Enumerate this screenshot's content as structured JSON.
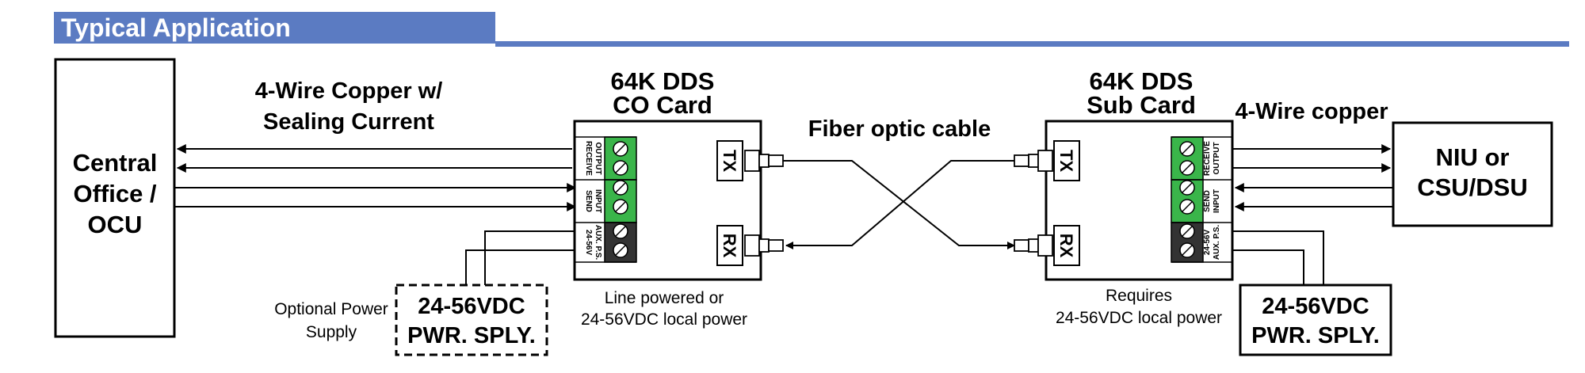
{
  "header": {
    "title": "Typical Application"
  },
  "central_office": {
    "line1": "Central",
    "line2": "Office /",
    "line3": "OCU"
  },
  "copper_left": {
    "line1": "4-Wire Copper w/",
    "line2": "Sealing Current"
  },
  "co_card": {
    "title1": "64K DDS",
    "title2": "CO Card",
    "receive": [
      "RECEIVE",
      "OUTPUT"
    ],
    "send": [
      "SEND",
      "INPUT"
    ],
    "aux": [
      "24-56V",
      "AUX. P.S."
    ],
    "tx": "TX",
    "rx": "RX",
    "note1": "Line powered or",
    "note2": "24-56VDC local power"
  },
  "fiber": {
    "label": "Fiber optic cable"
  },
  "sub_card": {
    "title1": "64K DDS",
    "title2": "Sub Card",
    "receive": [
      "RECEIVE",
      "OUTPUT"
    ],
    "send": [
      "SEND",
      "INPUT"
    ],
    "aux": [
      "24-56V",
      "AUX. P.S."
    ],
    "tx": "TX",
    "rx": "RX",
    "note1": "Requires",
    "note2": "24-56VDC local power"
  },
  "copper_right": {
    "label": "4-Wire copper"
  },
  "niu": {
    "line1": "NIU or",
    "line2": "CSU/DSU"
  },
  "left_psu": {
    "optional1": "Optional Power",
    "optional2": "Supply",
    "line1": "24-56VDC",
    "line2": "PWR. SPLY."
  },
  "right_psu": {
    "line1": "24-56VDC",
    "line2": "PWR. SPLY."
  },
  "colors": {
    "header_blue": "#5b7bc2",
    "terminal_green": "#3ab54a",
    "terminal_dark": "#333333"
  }
}
